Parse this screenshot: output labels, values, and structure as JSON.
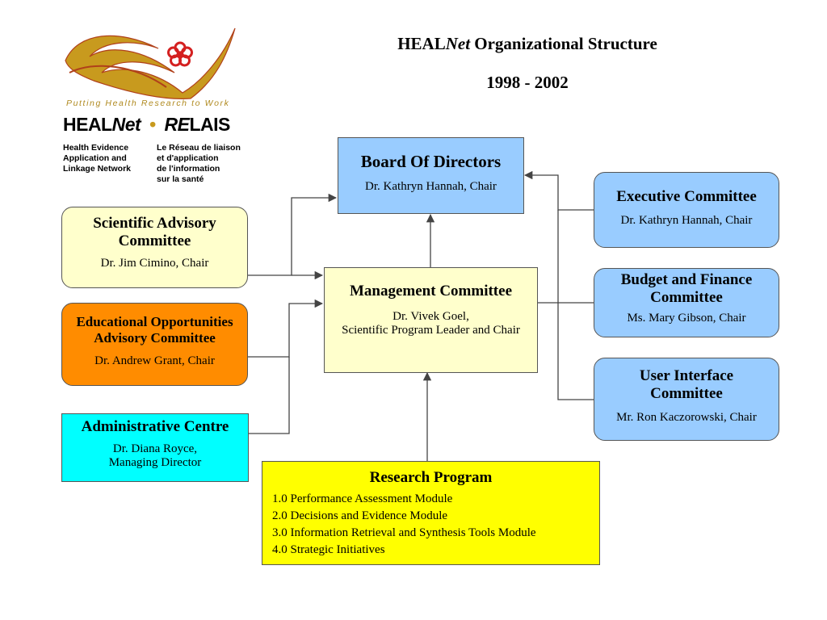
{
  "title": {
    "prefix": "HEAL",
    "italic": "Net",
    "rest": " Organizational Structure",
    "years": "1998 - 2002"
  },
  "logo": {
    "tagline": "Putting Health Research to Work",
    "brand_heal": "HEAL",
    "brand_net": "Net",
    "brand_bullet": "•",
    "brand_re": "RE",
    "brand_lais": "LAIS",
    "english_lines": [
      "Health Evidence",
      "Application and",
      "Linkage Network"
    ],
    "french_lines": [
      "Le Réseau de liaison",
      "et d'application",
      "de l'information",
      "sur la santé"
    ]
  },
  "boxes": {
    "board": {
      "title": "Board Of Directors",
      "sub": "Dr. Kathryn Hannah, Chair"
    },
    "scientific": {
      "title_l1": "Scientific Advisory",
      "title_l2": "Committee",
      "sub": "Dr. Jim Cimino, Chair"
    },
    "educational": {
      "title_l1": "Educational Opportunities",
      "title_l2": "Advisory Committee",
      "sub": "Dr. Andrew Grant, Chair"
    },
    "admin": {
      "title": "Administrative Centre",
      "sub_l1": "Dr. Diana Royce,",
      "sub_l2": "Managing Director"
    },
    "management": {
      "title": "Management Committee",
      "sub_l1": "Dr. Vivek Goel,",
      "sub_l2": "Scientific Program Leader and Chair"
    },
    "executive": {
      "title": "Executive Committee",
      "sub": "Dr. Kathryn Hannah, Chair"
    },
    "budget": {
      "title_l1": "Budget and Finance",
      "title_l2": "Committee",
      "sub": "Ms. Mary Gibson, Chair"
    },
    "ui": {
      "title_l1": "User Interface",
      "title_l2": "Committee",
      "sub": "Mr. Ron Kaczorowski, Chair"
    },
    "research": {
      "title": "Research Program",
      "items": [
        "1.0  Performance Assessment Module",
        "2.0  Decisions and Evidence Module",
        "3.0  Information Retrieval and Synthesis Tools Module",
        "4.0  Strategic Initiatives"
      ]
    }
  },
  "colors": {
    "blue": "#99ccff",
    "pale_yellow": "#ffffcc",
    "orange": "#ff8c00",
    "cyan": "#00ffff",
    "yellow": "#ffff00",
    "connector": "#444444",
    "logo_gold": "#c89a1e",
    "logo_red": "#d42020"
  }
}
